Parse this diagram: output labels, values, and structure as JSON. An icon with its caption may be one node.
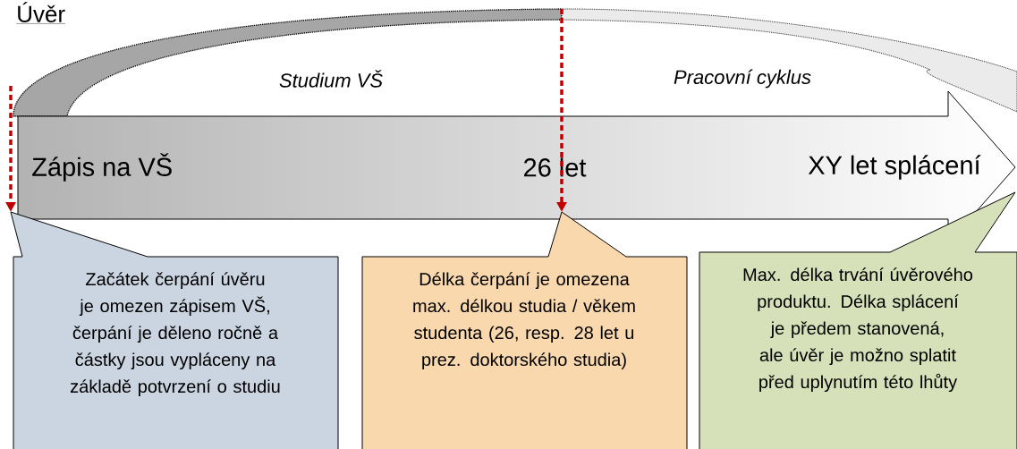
{
  "diagram": {
    "title": "Úvěr",
    "nodes": [
      {
        "text": [
          "Zápis na VŠ",
          "26 let",
          "XY let splácení"
        ]
      },
      {
        "text": [
          "Začátek čerpání úvěru je omezen zápisem VŠ, čerpání je děleno ročně a částky jsou vypláceny na základě potvrzení o studiu"
        ]
      },
      {
        "text": [
          "Délka čerpání je omezena max. délkou studia / věkem studenta (26, resp. 28 let u prez. doktorského studia)"
        ]
      },
      {
        "text": [
          "Max. délka trvání úvěrového produktu. Délka splácení je předem stanovená, ale úvěr je možno splatit před uplynutím této lhůty"
        ]
      }
    ],
    "edges": [
      {
        "from": null,
        "to": 1,
        "arrow": "to",
        "style": "dashed",
        "color": "#c00000"
      },
      {
        "from": null,
        "to": 2,
        "arrow": "to",
        "style": "dashed",
        "color": "#c00000"
      }
    ],
    "labels": [
      "Studium VŠ",
      "Pracovní cyklus"
    ]
  }
}
